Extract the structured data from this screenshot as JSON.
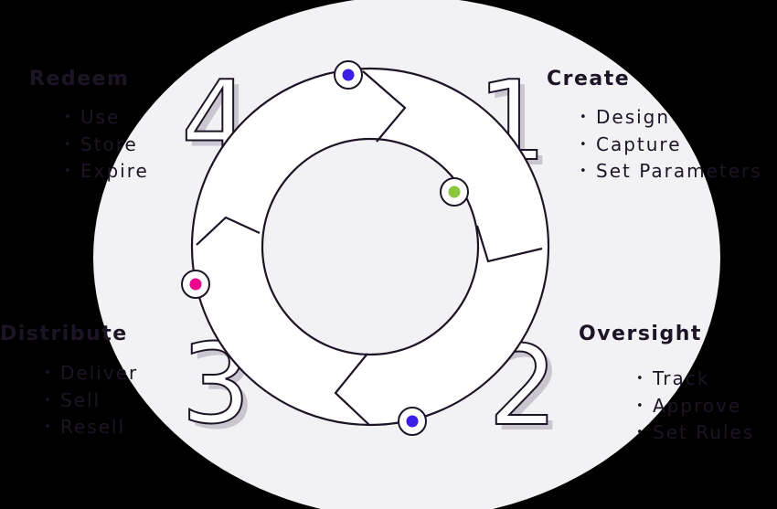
{
  "stages": [
    {
      "number": "1",
      "title": "Create",
      "items": [
        "Design",
        "Capture",
        "Set Parameters"
      ],
      "dot_color": "#8cc63f"
    },
    {
      "number": "2",
      "title": "Oversight",
      "items": [
        "Track",
        "Approve",
        "Set Rules"
      ],
      "dot_color": "#3d1ee6"
    },
    {
      "number": "3",
      "title": "Distribute",
      "items": [
        "Deliver",
        "Sell",
        "Resell"
      ],
      "dot_color": "#ec008c"
    },
    {
      "number": "4",
      "title": "Redeem",
      "items": [
        "Use",
        "Store",
        "Expire"
      ],
      "dot_color": "#3d1ee6"
    }
  ],
  "colors": {
    "background": "#000000",
    "ellipse": "#f2f2f4",
    "stroke": "#1d1426",
    "ring_fill": "#ffffff",
    "number_fill": "#ffffff",
    "number_shadow": "#c9c6cf"
  }
}
